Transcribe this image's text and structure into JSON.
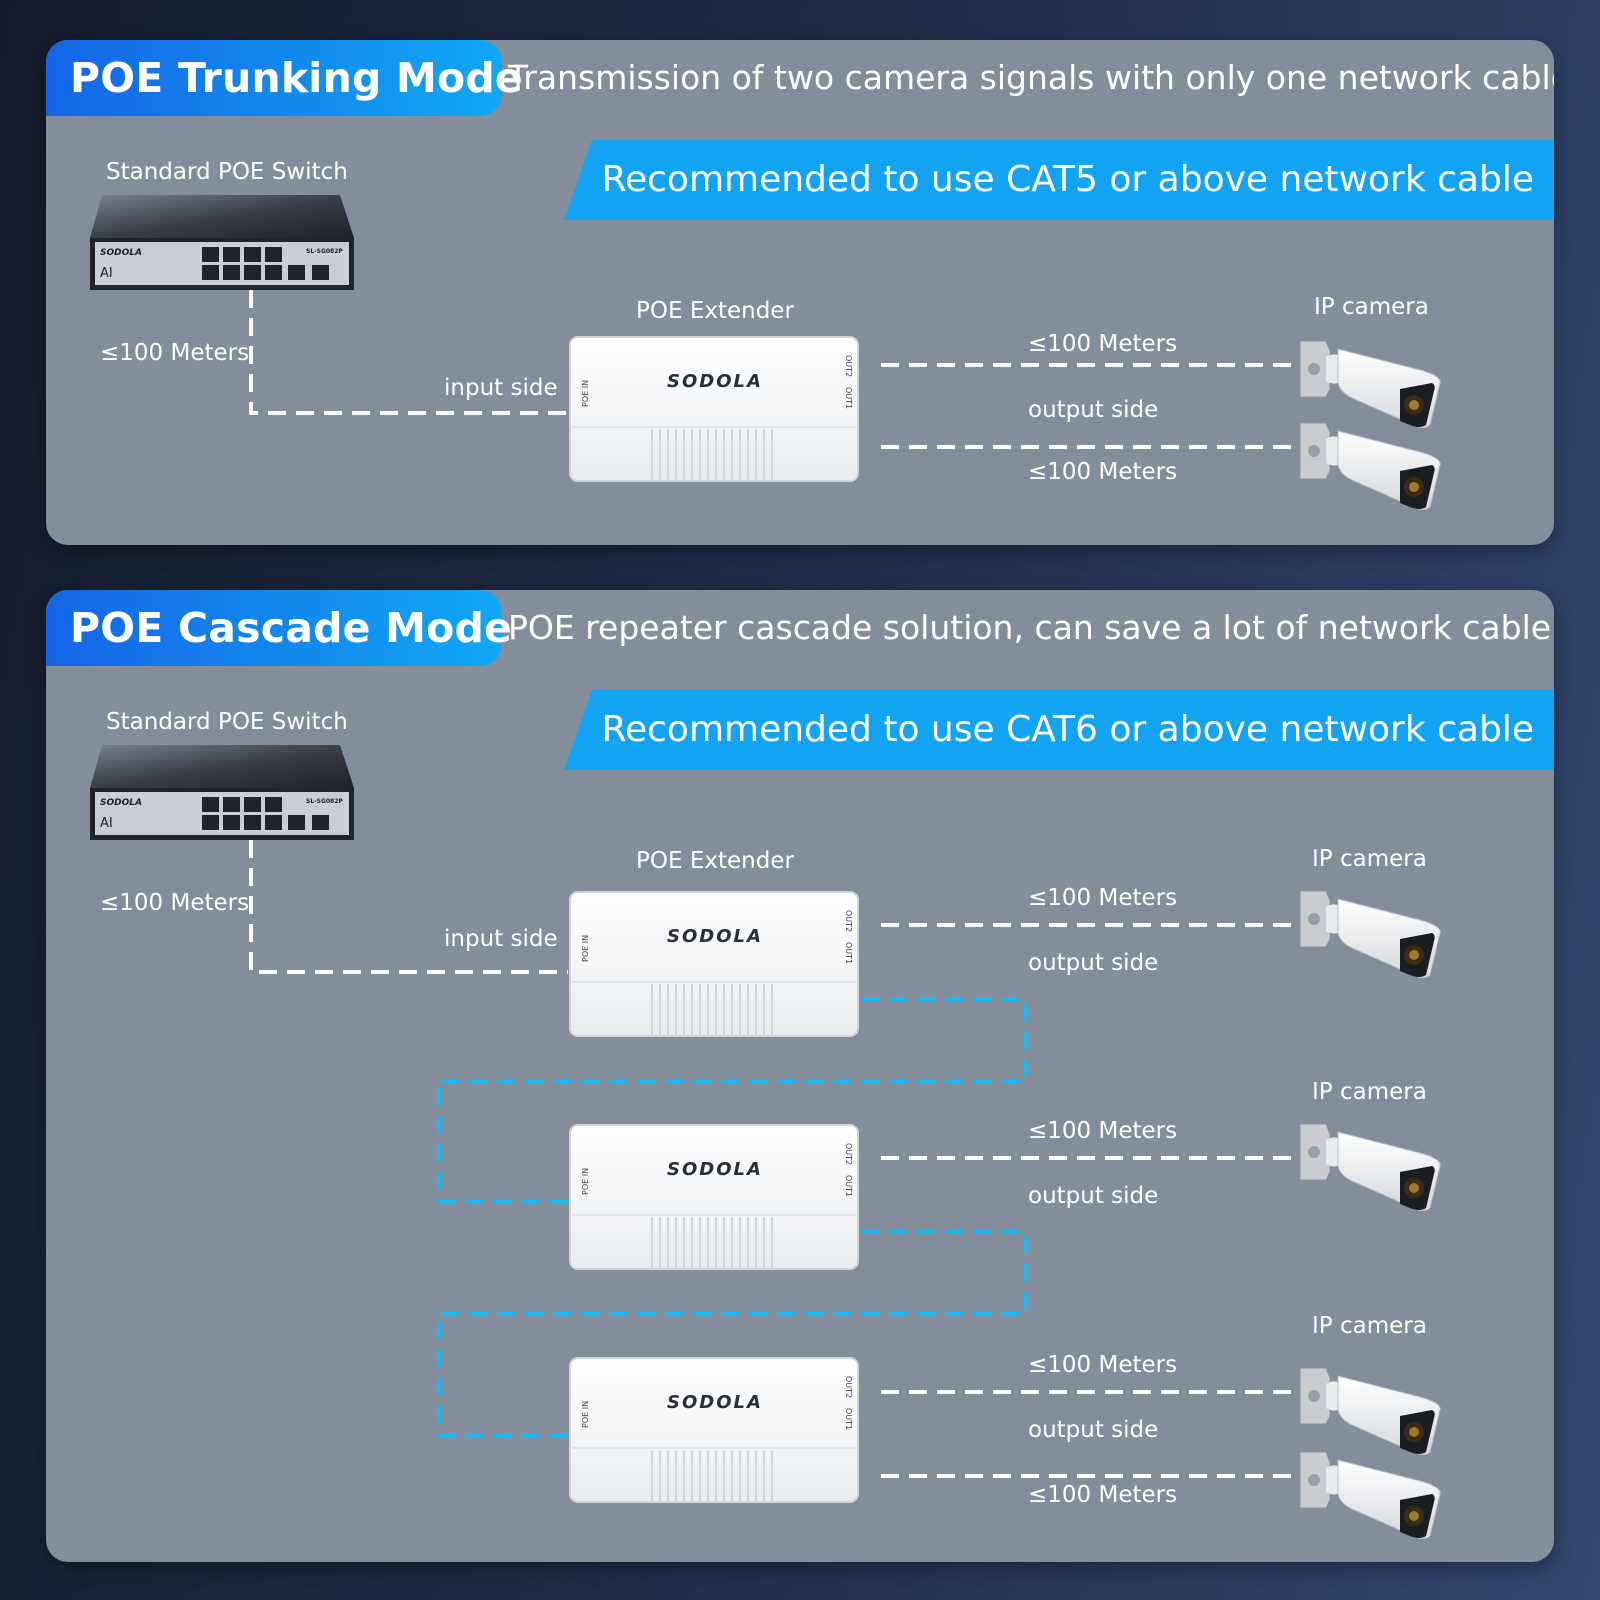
{
  "trunking": {
    "title": "POE Trunking Mode",
    "subtitle": "Transmission of two camera signals with only one network cable",
    "recommendation": "Recommended to use CAT5 or above network cable",
    "switch_label": "Standard POE Switch",
    "switch_distance": "≤100 Meters",
    "input_side": "input side",
    "extender_label": "POE Extender",
    "camera_label": "IP camera",
    "out_distance_top": "≤100 Meters",
    "output_side": "output side",
    "out_distance_bottom": "≤100 Meters"
  },
  "cascade": {
    "title": "POE Cascade Mode",
    "subtitle": "POE repeater cascade solution, can save a lot of network cable",
    "recommendation": "Recommended to use CAT6 or above network cable",
    "switch_label": "Standard POE Switch",
    "switch_distance": "≤100 Meters",
    "input_side": "input side",
    "extender_label": "POE Extender",
    "stage1": {
      "camera_label": "IP camera",
      "distance": "≤100 Meters",
      "output_side": "output side"
    },
    "stage2": {
      "camera_label": "IP camera",
      "distance": "≤100 Meters",
      "output_side": "output side"
    },
    "stage3": {
      "camera_label": "IP camera",
      "distance_top": "≤100 Meters",
      "output_side": "output side",
      "distance_bottom": "≤100 Meters"
    }
  },
  "device_text": {
    "brand": "SODOLA",
    "switch_brand": "SODOLA",
    "switch_ai": "AI",
    "switch_model": "SL-SG082P",
    "port_out1": "OUT1",
    "port_out2": "OUT2",
    "port_in": "POE IN"
  },
  "icons": {
    "switch": "poe-switch-icon",
    "extender": "poe-extender-icon",
    "camera": "bullet-camera-icon"
  },
  "colors": {
    "panel": "#838e9a",
    "title_gradient_start": "#1565e6",
    "title_gradient_end": "#10a8f5",
    "ribbon": "#12a4f3",
    "cable_white": "#ffffff",
    "cable_cascade": "#1ab8f0"
  }
}
